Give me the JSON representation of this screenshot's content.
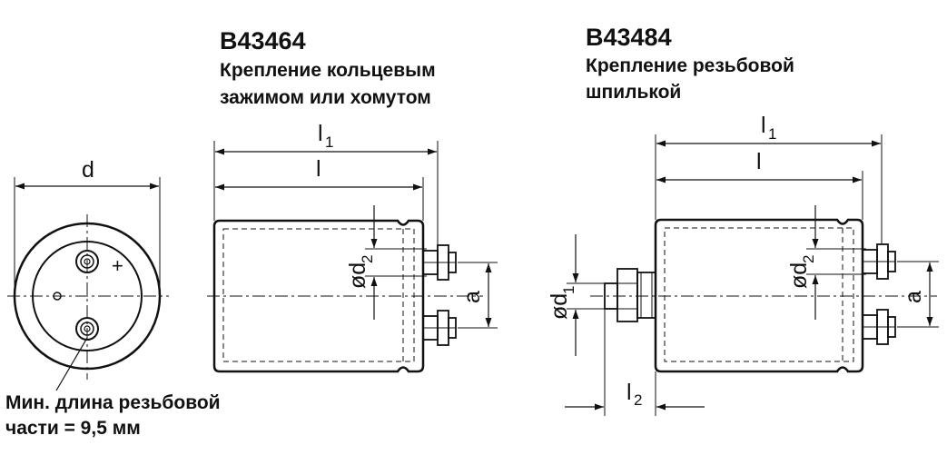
{
  "diagram_a": {
    "title": "B43464",
    "subtitle_line1": "Крепление кольцевым",
    "subtitle_line2": "зажимом или хомутом",
    "dim_l1": "l",
    "dim_l1_sub": "1",
    "dim_l": "l",
    "dim_od2": "ød",
    "dim_od2_sub": "2",
    "dim_a": "a"
  },
  "diagram_b": {
    "title": "B43484",
    "subtitle_line1": "Крепление резьбовой",
    "subtitle_line2": "шпилькой",
    "dim_l1": "l",
    "dim_l1_sub": "1",
    "dim_l": "l",
    "dim_od2": "ød",
    "dim_od2_sub": "2",
    "dim_od1": "ød",
    "dim_od1_sub": "1",
    "dim_l2": "l",
    "dim_l2_sub": "2",
    "dim_a": "a"
  },
  "end_view": {
    "dim_d": "d",
    "plus": "+",
    "note_line1": "Мин. длина резьбовой",
    "note_line2": "части = 9,5 мм"
  }
}
